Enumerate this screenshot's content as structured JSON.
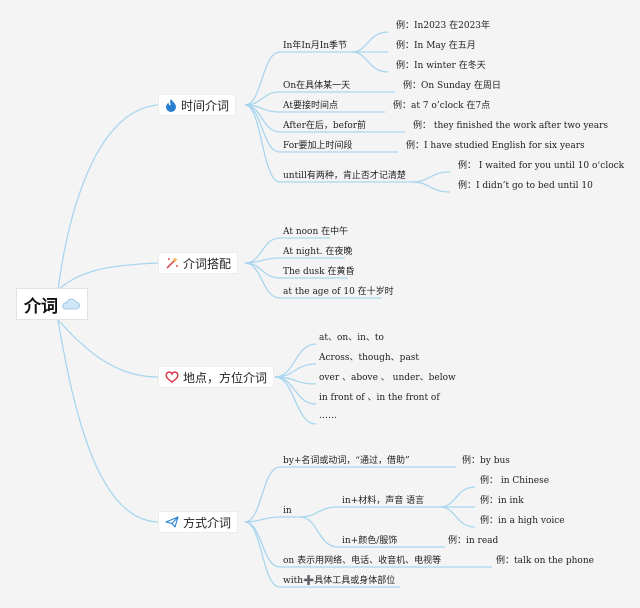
{
  "root": {
    "label": "介词",
    "icon": "cloud-icon"
  },
  "topics": [
    {
      "label": "时间介词",
      "icon": "fire-icon",
      "items": [
        {
          "label": "In年In月In季节",
          "examples": [
            "例：In2023 在2023年",
            "例：In May 在五月",
            "例：In winter 在冬天"
          ]
        },
        {
          "label": "On在具体某一天",
          "example": "例：On Sunday 在周日"
        },
        {
          "label": "At要接时间点",
          "example": "例：at 7 o’clock 在7点"
        },
        {
          "label": "After在后，befor前",
          "example": "例： they finished the work after two years"
        },
        {
          "label": "For要加上时间段",
          "example": "例：I have studied English for six years"
        },
        {
          "label": "untill有两种，肯止否才记清楚",
          "examples": [
            "例： I waited for you until 10 o‘clock",
            "例：I didn’t go to bed until 10"
          ]
        }
      ]
    },
    {
      "label": "介词搭配",
      "icon": "sparkle-wand-icon",
      "items": [
        "At noon 在中午",
        "At night. 在夜晚",
        "The dusk 在黄昏",
        "at the age of 10 在十岁时"
      ]
    },
    {
      "label": "地点，方位介词",
      "icon": "heart-icon",
      "items": [
        "at、on、in、to",
        "Across、though、past",
        "over 、above 、 under、below",
        "in front of 、in the front of",
        "……"
      ]
    },
    {
      "label": "方式介词",
      "icon": "paper-plane-icon",
      "items": [
        {
          "label": "by+名词或动词，“通过，借助”",
          "example": "例：by bus"
        },
        {
          "label": "in",
          "sub": [
            {
              "label": "in+材料，声音 语言",
              "examples": [
                "例： in Chinese",
                "例：in ink",
                "例：in a high voice"
              ]
            },
            {
              "label": "in+颜色/服饰",
              "example": "例：in read"
            }
          ]
        },
        {
          "label": "on 表示用网络、电话、收音机、电视等",
          "example": "例：talk on the phone"
        },
        {
          "label": "with➕具体工具或身体部位"
        }
      ]
    }
  ],
  "colors": {
    "background": "#f4f4f4",
    "connector": "#a9d6ee",
    "node_fill": "#ffffff"
  }
}
